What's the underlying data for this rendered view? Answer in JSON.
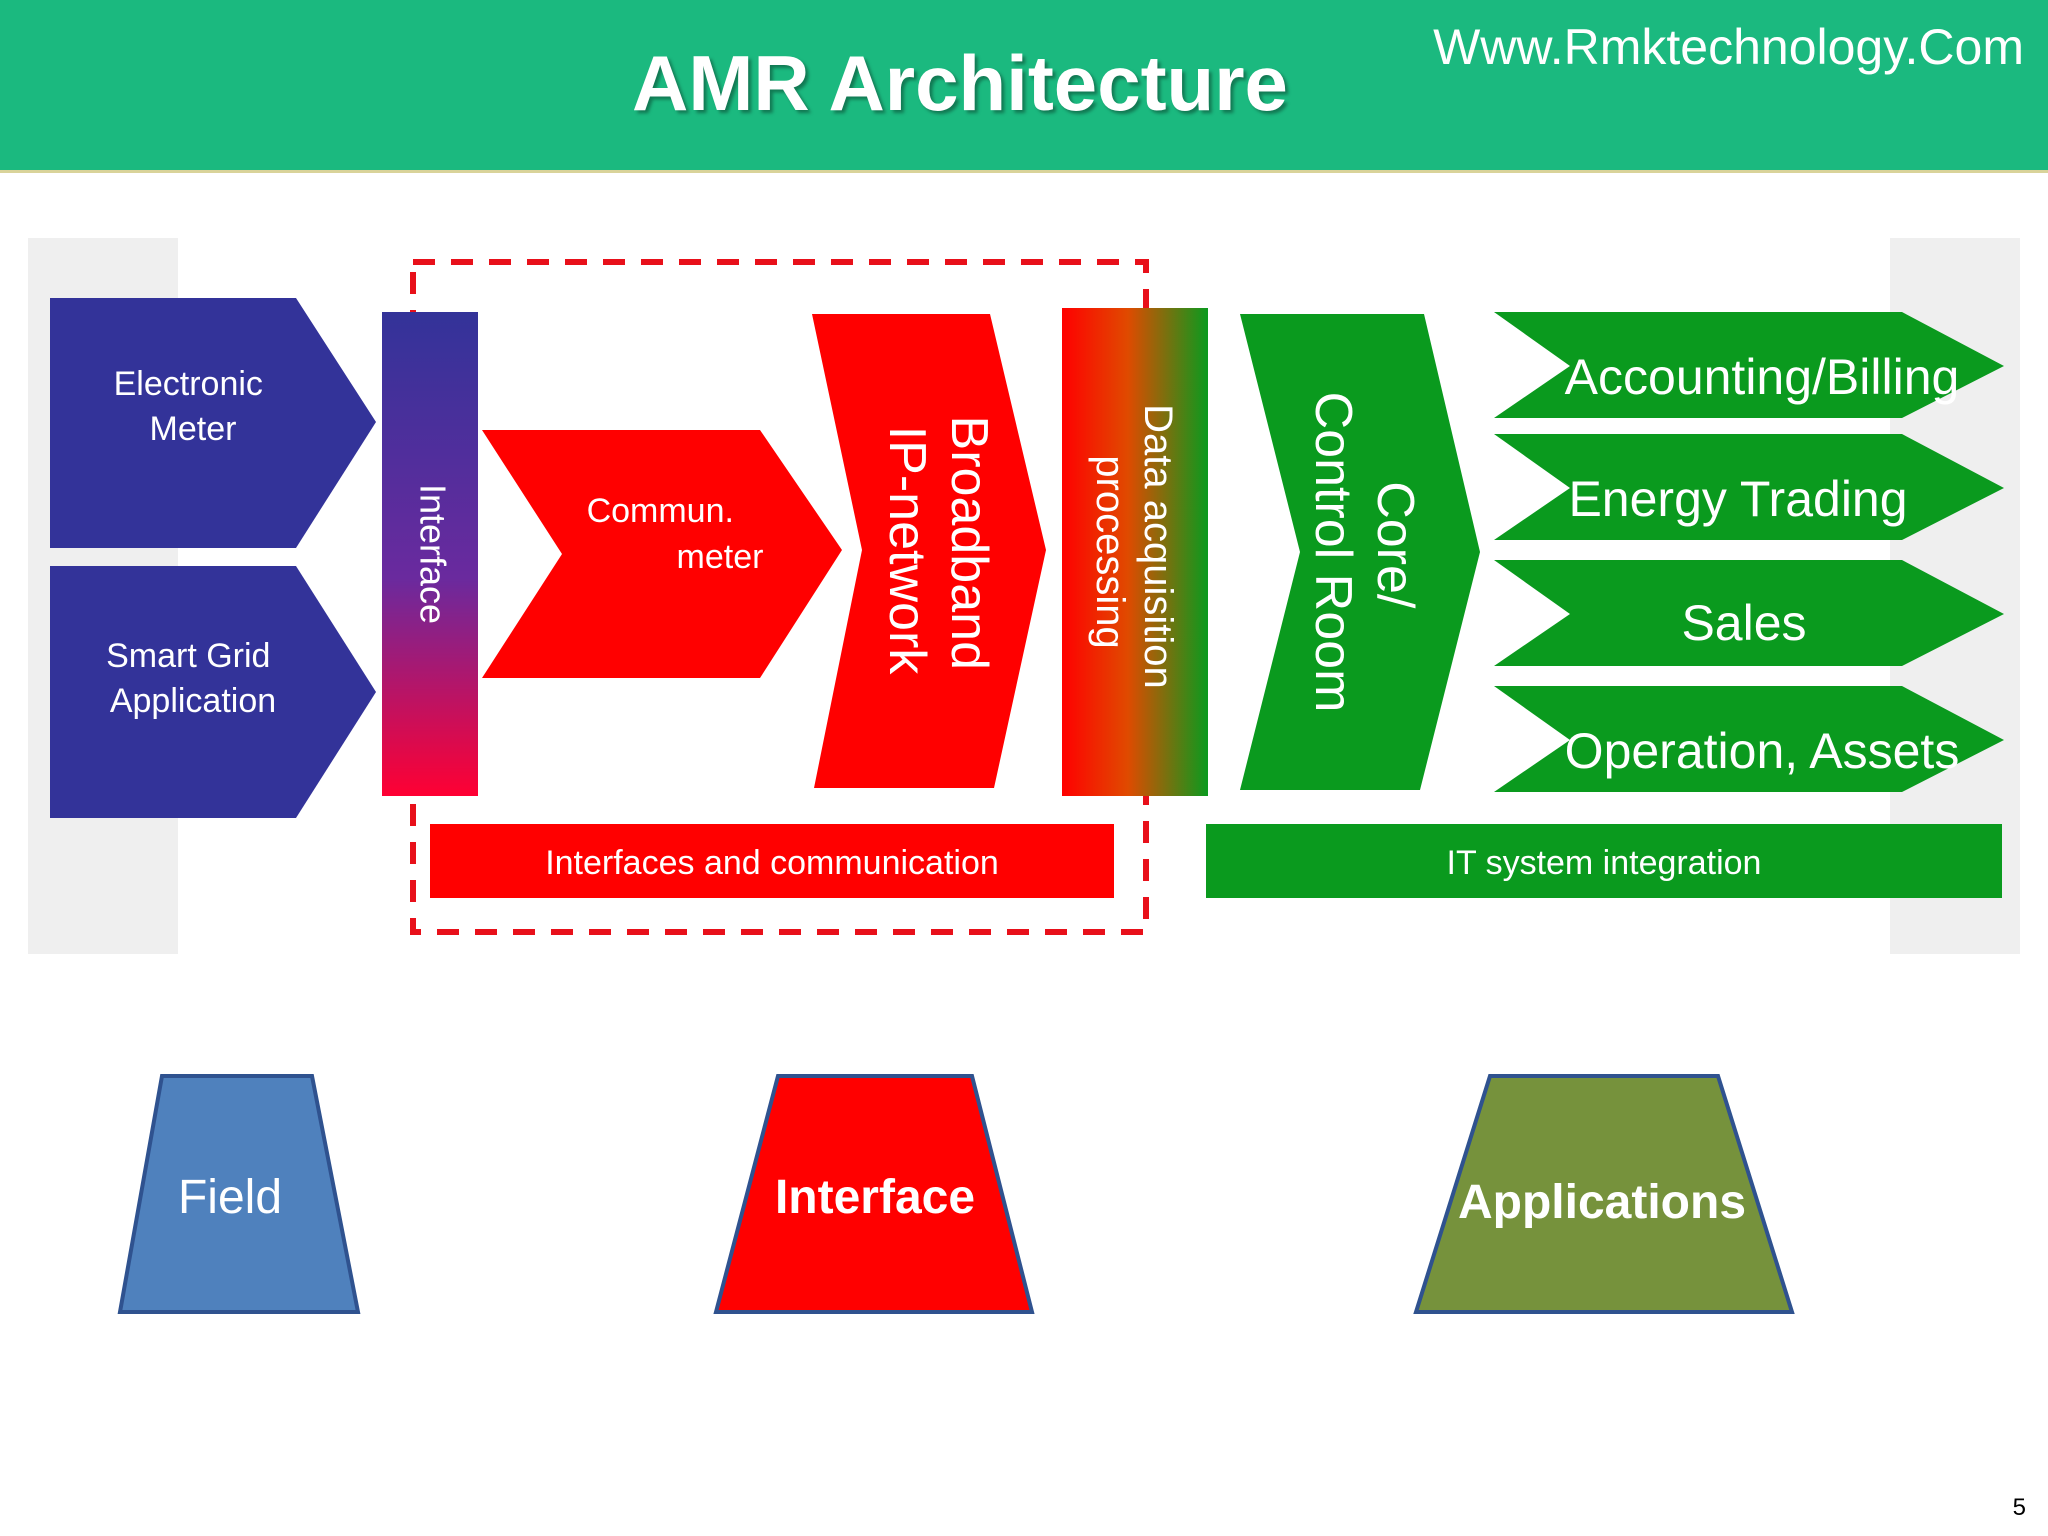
{
  "header": {
    "title": "AMR Architecture",
    "url": "Www.Rmktechnology.Com"
  },
  "diagram": {
    "field": {
      "electronic_meter": [
        "Electronic",
        "Meter"
      ],
      "smart_grid": [
        "Smart Grid",
        "Application"
      ]
    },
    "interface_bar": "Interface",
    "commun_meter": [
      "Commun.",
      "meter"
    ],
    "broadband": [
      "Broadband",
      "IP-network"
    ],
    "data_acquisition": [
      "Data acquisition",
      "processing"
    ],
    "core": [
      "Core/",
      "Control Room"
    ],
    "applications": [
      "Accounting/Billing",
      "Energy Trading",
      "Sales",
      "Operation, Assets"
    ],
    "bottom_labels": {
      "interfaces_comm": "Interfaces and communication",
      "it_integration": "IT system integration"
    }
  },
  "legend": {
    "field": "Field",
    "interface": "Interface",
    "applications": "Applications"
  },
  "page_number": "5",
  "colors": {
    "header_green": "#1bb97f",
    "navy": "#333399",
    "red": "#ff0000",
    "green": "#0a9a1e",
    "field_blue": "#4f81bd",
    "applications_olive": "#76923c",
    "trapezoid_border": "#2f528f"
  }
}
